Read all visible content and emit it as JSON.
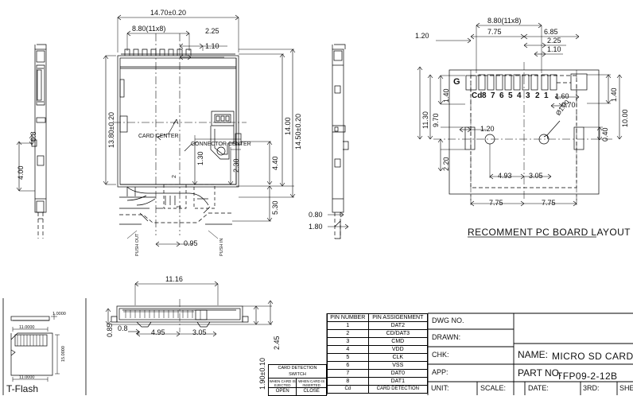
{
  "drawing": {
    "title_block": {
      "dwg_no_label": "DWG NO.",
      "drawn_label": "DRAWN:",
      "chk_label": "CHK:",
      "app_label": "APP:",
      "name_label": "NAME:",
      "name_value": "MICRO SD CARD CONNECTOR",
      "part_no_label": "PART NO.",
      "part_no_value": "TFP09-2-12B",
      "unit_label": "UNIT:",
      "scale_label": "SCALE:",
      "date_label": "DATE:",
      "third_label": "3RD:",
      "sheet_label": "SHEET"
    },
    "pin_table": {
      "header": [
        "PIN NUMBER",
        "PIN ASSIGENMENT"
      ],
      "rows": [
        [
          "1",
          "DAT2"
        ],
        [
          "2",
          "CD/DAT3"
        ],
        [
          "3",
          "CMD"
        ],
        [
          "4",
          "VDD"
        ],
        [
          "5",
          "CLK"
        ],
        [
          "6",
          "VSS"
        ],
        [
          "7",
          "DAT0"
        ],
        [
          "8",
          "DAT1"
        ],
        [
          "Cd",
          "CARD DETECTION"
        ]
      ]
    },
    "switch_table": {
      "title": "CARD DETECTION SWITCH",
      "col1_head": "WHEN CARD IS EJECTED",
      "col2_head": "WHEN CARD IS INSERTED",
      "col1_value": "OPEN",
      "col2_value": "CLOSE"
    },
    "top_view": {
      "dim_overall_width": "14.70±0.20",
      "dim_pitch_span": "8.80(11x8)",
      "dim_225": "2.25",
      "dim_110": "1.10",
      "dim_height_left": "13.80±0.20",
      "dim_1400": "14.00",
      "dim_1450": "14.50±0.20",
      "dim_130": "1.30",
      "dim_230": "2.30",
      "dim_440": "4.40",
      "dim_530": "5.30",
      "dim_095": "0.95",
      "note_card_center": "CARD CENTER",
      "note_connector_center": "CONNECTOR CENTER",
      "note_push_out": "PUSH OUT",
      "note_push_in": "PUSH IN",
      "mark_1": "1",
      "mark_2": "2"
    },
    "left_view": {
      "dim_400": "4.00",
      "dim_08": "0.8"
    },
    "right_view": {
      "dim_080": "0.80",
      "dim_180": "1.80"
    },
    "bottom_view": {
      "dim_1116": "11.16",
      "dim_085": "0.85",
      "dim_08": "0.8",
      "dim_495": "4.95",
      "dim_305": "3.05",
      "dim_190": "1.90±0.10",
      "dim_245": "2.45"
    },
    "pcb_layout": {
      "caption": "RECOMMENT PC BOARD LAYOUT",
      "dim_pitch_span": "8.80(11x8)",
      "dim_775_top": "7.75",
      "dim_685": "6.85",
      "dim_225": "2.25",
      "dim_110": "1.10",
      "dim_120_top": "1.20",
      "dim_140_left": "1.40",
      "dim_140_right": "1.40",
      "dim_160": "1.60",
      "dim_070": "0.70",
      "dim_1130": "11.30",
      "dim_970": "9.70",
      "dim_120_mid": "1.20",
      "dim_220": "2.20",
      "dim_493": "4.93",
      "dim_305": "3.05",
      "dim_hole": "Ø1.00",
      "dim_040": "0.40",
      "dim_1000": "10.00",
      "dim_775_bl": "7.75",
      "dim_775_br": "7.75",
      "pads": [
        "G",
        "Cd",
        "8",
        "7",
        "6",
        "5",
        "4",
        "3",
        "2",
        "1"
      ]
    },
    "tflash": {
      "caption": "T-Flash",
      "dim_thickness": "1.0000",
      "dim_width": "11.0000",
      "dim_length": "15.0000",
      "dim_bottom": "11.0000"
    }
  }
}
